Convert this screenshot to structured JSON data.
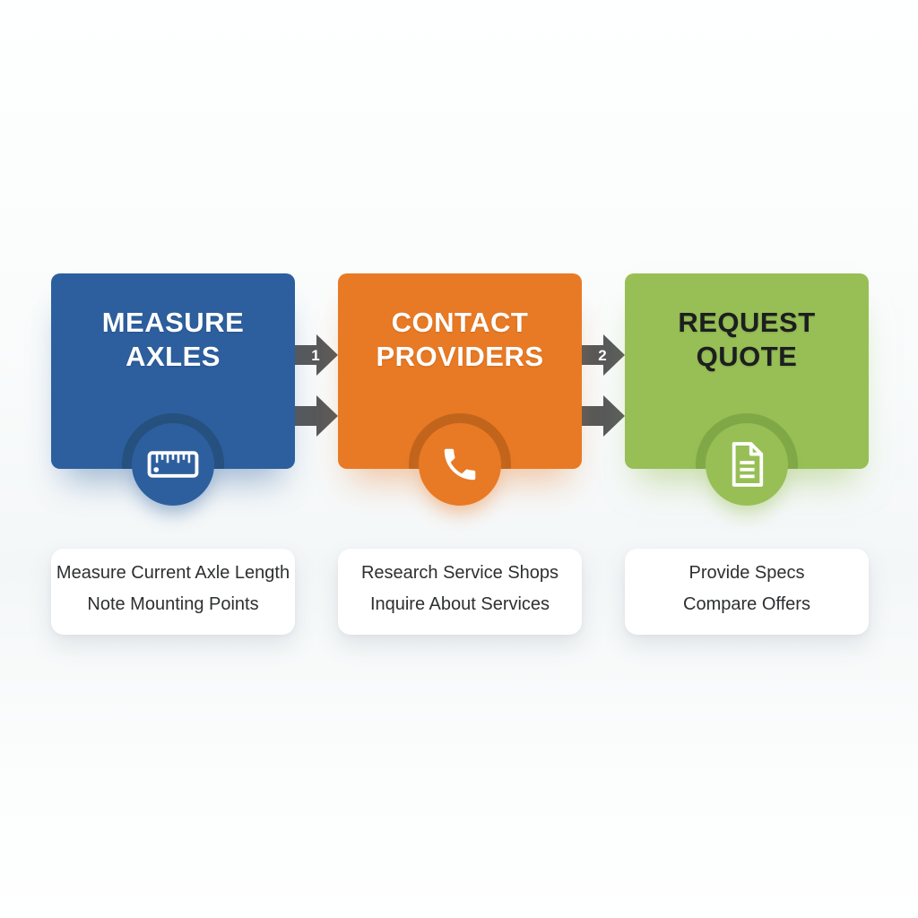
{
  "steps": [
    {
      "name": "measure-axles",
      "title_line1": "MEASURE",
      "title_line2": "AXLES",
      "icon": "ruler-icon",
      "details": [
        "Measure Current Axle Length",
        "Note Mounting Points"
      ],
      "colors": {
        "box": "#2d5f9e",
        "ring": "#26517f",
        "title": "#ffffff"
      }
    },
    {
      "name": "contact-providers",
      "title_line1": "CONTACT",
      "title_line2": "PROVIDERS",
      "icon": "phone-icon",
      "details": [
        "Research Service Shops",
        "Inquire About Services"
      ],
      "colors": {
        "box": "#e87a25",
        "ring": "#c2651c",
        "title": "#ffffff"
      }
    },
    {
      "name": "request-quote",
      "title_line1": "REQUEST",
      "title_line2": "QUOTE",
      "icon": "document-icon",
      "details": [
        "Provide Specs",
        "Compare Offers"
      ],
      "colors": {
        "box": "#97bf56",
        "ring": "#80a847",
        "title": "#1c1e1f"
      }
    }
  ],
  "connectors": [
    {
      "label": "1"
    },
    {
      "label": "2"
    }
  ],
  "arrow_color": "#58595a",
  "card_background": "#ffffff",
  "card_text_color": "#2d2f31"
}
